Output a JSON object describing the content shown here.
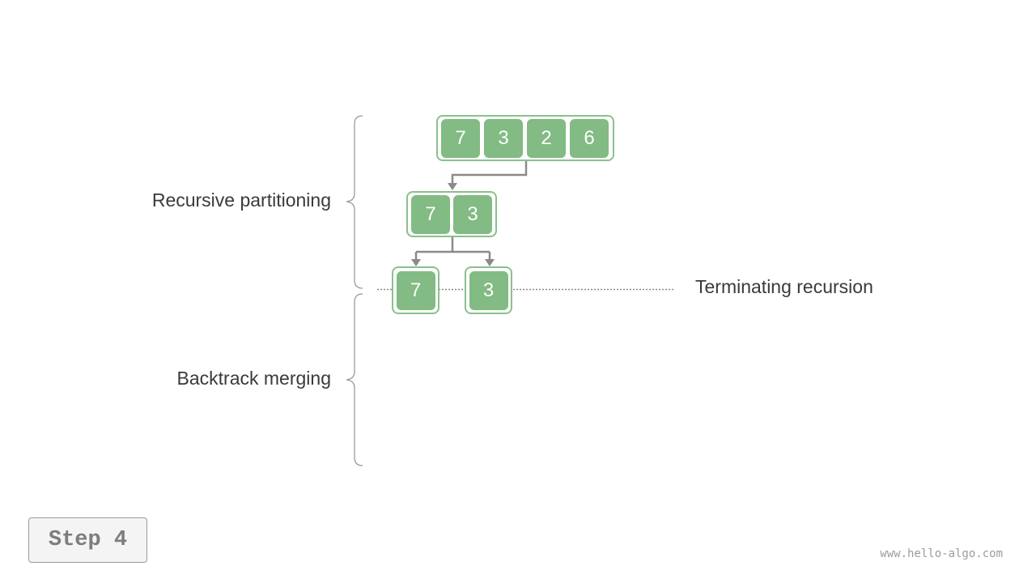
{
  "labels": {
    "recursive_partitioning": "Recursive partitioning",
    "backtrack_merging": "Backtrack merging",
    "terminating_recursion": "Terminating recursion"
  },
  "arrays": {
    "root": [
      "7",
      "3",
      "2",
      "6"
    ],
    "level1": [
      "7",
      "3"
    ],
    "leaf_left": [
      "7"
    ],
    "leaf_right": [
      "3"
    ]
  },
  "step": {
    "label": "Step 4"
  },
  "footer": {
    "watermark": "www.hello-algo.com"
  },
  "colors": {
    "cell_fill": "#82bb83",
    "cell_border": "#8bc08c",
    "arrow": "#8a8a8a",
    "brace": "#9a9a9a"
  }
}
